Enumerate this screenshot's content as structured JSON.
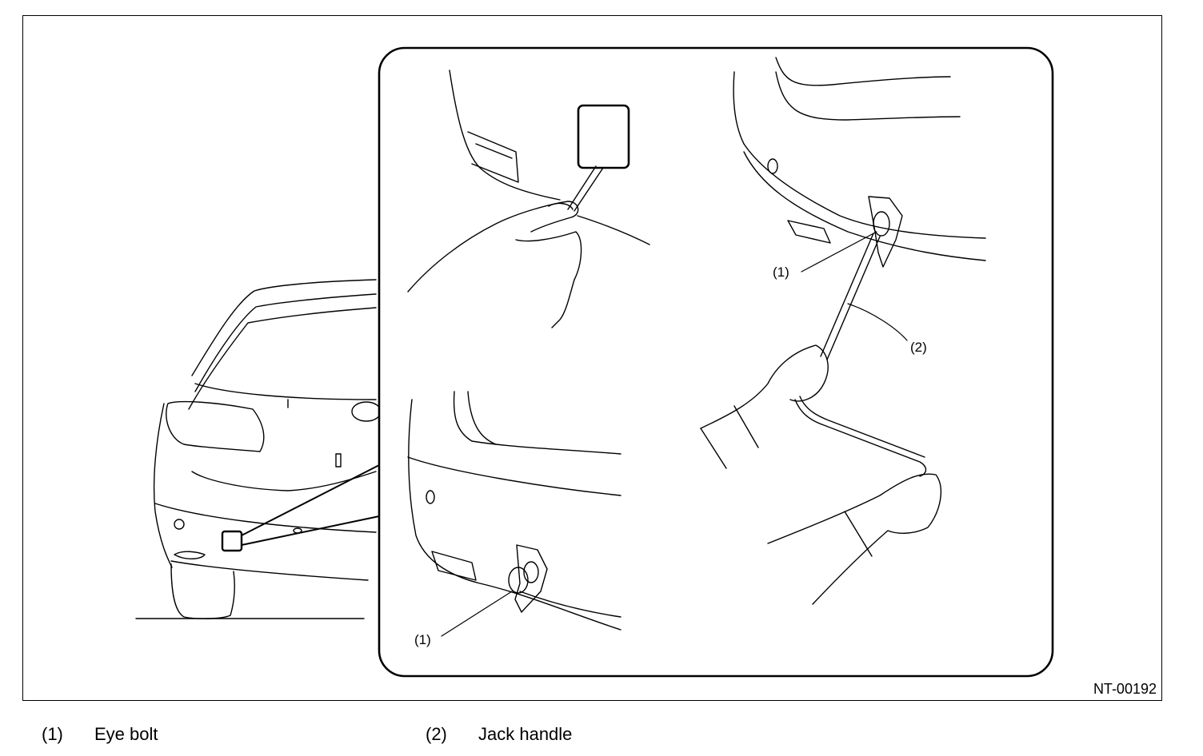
{
  "figure_id": "NT-00192",
  "callouts": {
    "c1": "(1)",
    "c2": "(2)"
  },
  "legend": [
    {
      "num": "(1)",
      "label": "Eye bolt"
    },
    {
      "num": "(2)",
      "label": "Jack handle"
    }
  ]
}
